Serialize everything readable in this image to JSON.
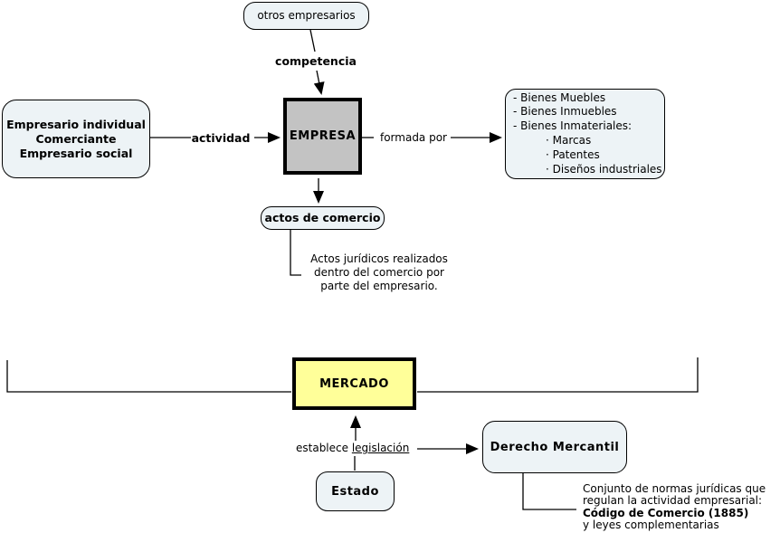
{
  "colors": {
    "background": "#ffffff",
    "node_fill": "#edf3f6",
    "empresa_fill": "#c3c3c3",
    "mercado_fill": "#ffff99",
    "border": "#000000"
  },
  "nodes": {
    "otros_empresarios": {
      "label": "otros empresarios"
    },
    "empresarios": {
      "lines": [
        "Empresario individual",
        "Comerciante",
        "Empresario social"
      ]
    },
    "empresa": {
      "label": "EMPRESA"
    },
    "bienes": {
      "items": [
        "- Bienes Muebles",
        "- Bienes Inmuebles",
        "- Bienes Inmateriales:",
        "· Marcas",
        "· Patentes",
        "· Diseños industriales"
      ]
    },
    "actos_de_comercio": {
      "label": "actos de comercio"
    },
    "mercado": {
      "label": "MERCADO"
    },
    "estado": {
      "label": "Estado"
    },
    "derecho_mercantil": {
      "label": "Derecho Mercantil"
    }
  },
  "edge_labels": {
    "competencia": "competencia",
    "actividad": "actividad",
    "formada_por": "formada por",
    "establece": "establece ",
    "legislacion": "legislación"
  },
  "notes": {
    "actos": {
      "lines": [
        "Actos jurídicos realizados",
        "dentro del comercio por",
        "parte del empresario."
      ]
    },
    "derecho": {
      "line1": "Conjunto de normas jurídicas que",
      "line2": "regulan la actividad empresarial:",
      "line3_bold": "Código de Comercio (1885)",
      "line4": "y leyes complementarias"
    }
  }
}
